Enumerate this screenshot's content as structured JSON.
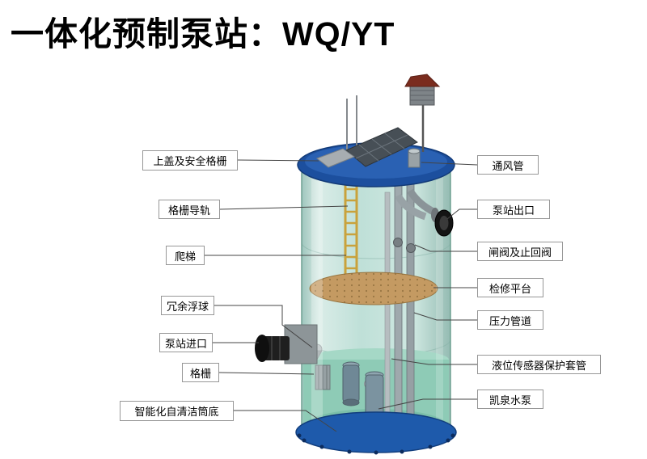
{
  "title": "一体化预制泵站：WQ/YT",
  "diagram": {
    "labels_left": [
      {
        "text": "上盖及安全格栅"
      },
      {
        "text": "格栅导轨"
      },
      {
        "text": "爬梯"
      },
      {
        "text": "冗余浮球"
      },
      {
        "text": "泵站进口"
      },
      {
        "text": "格栅"
      },
      {
        "text": "智能化自清洁筒底"
      }
    ],
    "labels_right": [
      {
        "text": "通风管"
      },
      {
        "text": "泵站出口"
      },
      {
        "text": "闸阀及止回阀"
      },
      {
        "text": "检修平台"
      },
      {
        "text": "压力管道"
      },
      {
        "text": "液位传感器保护套管"
      },
      {
        "text": "凯泉水泵"
      }
    ]
  },
  "colors": {
    "tank_lid": "#1c4f9e",
    "tank_base": "#1e5aab",
    "platform": "#c49a62",
    "ladder": "#c9a23c",
    "water": "#8ecbb6",
    "roof": "#7a2c1e",
    "leader_line": "#444444",
    "label_border": "#979797"
  }
}
